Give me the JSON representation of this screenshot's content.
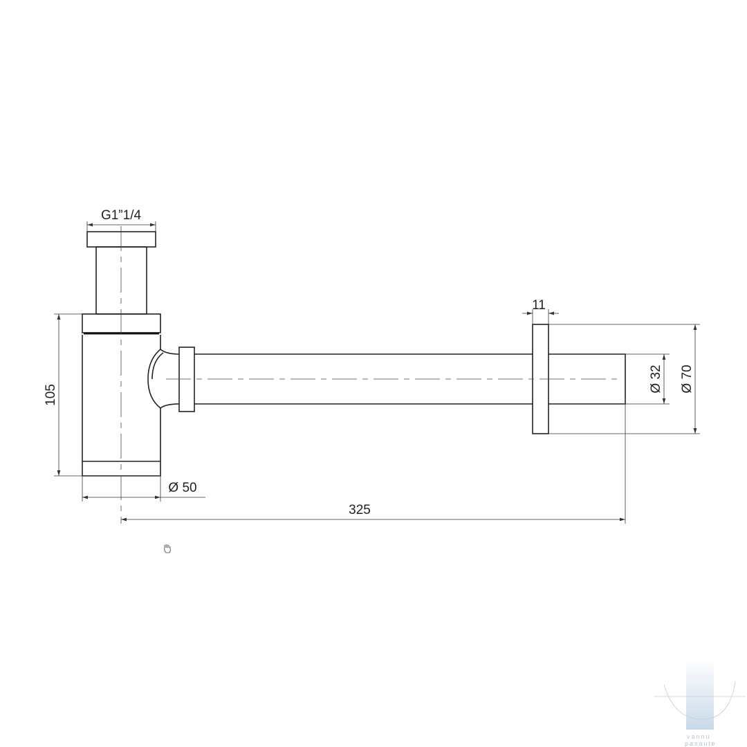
{
  "drawing": {
    "dimensions": {
      "thread": "G1”1/4",
      "height": "105",
      "body_diameter": "Ø 50",
      "length": "325",
      "flange_thickness": "11",
      "pipe_diameter": "Ø 32",
      "flange_diameter": "Ø 70"
    },
    "icons": [
      "hand-cursor-icon"
    ]
  },
  "watermark": {
    "line1": "vannu",
    "line2": "pasaule",
    "color": "#c9d9ea"
  }
}
